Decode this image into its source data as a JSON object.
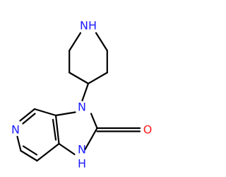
{
  "molecule": {
    "atoms": {
      "n_piperidine": "NH",
      "n_imidazole_1": "N",
      "n_pyridine": "N",
      "n_imidazole_3": "N",
      "h_imidazole_3": "H",
      "o_carbonyl": "O"
    }
  },
  "colors": {
    "bond": "#000000",
    "nitrogen": "#1b1bff",
    "oxygen": "#ff1b1b"
  }
}
